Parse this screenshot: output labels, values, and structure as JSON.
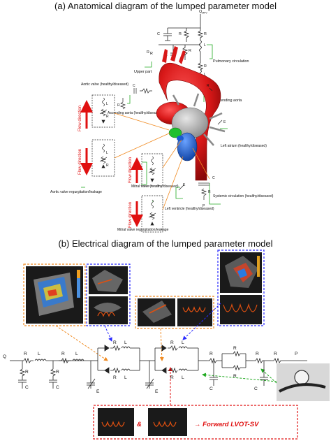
{
  "titles": {
    "a": "(a) Anatomical diagram of the lumped parameter model",
    "b": "(b) Electrical diagram of the lumped parameter model"
  },
  "labels_a": {
    "q_mpv": "Q",
    "q_mpv_sub": "MPV",
    "c_pa": "C",
    "r_pa": "R",
    "r_pc": "R",
    "l_pc": "L",
    "r_pvc": "R",
    "r_pv": "R",
    "l_pv": "L",
    "c_pvc": "C",
    "r_ao": "R",
    "upper_part": "Upper part",
    "pulmonary_circ": "Pulmonary circulation",
    "aortic_valve": "Aortic valve (healthy/diseased)",
    "ascending_aorta": "Ascending aorta (healthy/diseased)",
    "descending_aorta": "Descending aorta",
    "flow_direction": "Flow direction",
    "aortic_regurg": "Aortic valve regurgitation/leakage",
    "left_atrium": "Left atrium (healthy/diseased)",
    "e_la": "E",
    "mitral_valve": "Mitral valve (healthy/diseased)",
    "left_ventricle": "Left ventricle (healthy/diseased)",
    "e_lv": "E",
    "mitral_regurg": "Mitral valve regurgitation/leakage",
    "systemic_circ": "Systemic circulation (healthy/diseased)",
    "c_sac": "C",
    "r_sa": "R",
    "p_cvs": "P"
  },
  "labels_b": {
    "q_mpv": "Q",
    "r_pc": "R",
    "l_pc": "L",
    "r_pa": "R",
    "c_pa": "C",
    "r_pvc": "R",
    "c_pvc": "C",
    "r_pv": "R",
    "l_pv": "L",
    "e_la": "E",
    "r_mr": "R",
    "l_mr": "L",
    "r_mv": "R",
    "l_mv": "L",
    "e_lv": "E",
    "r_ar": "R",
    "l_ar": "L",
    "r_av": "R",
    "l_av": "L",
    "r_ao": "R",
    "c_ao": "C",
    "r_sb": "R",
    "r_sa": "R",
    "r_sc": "R",
    "c_sac": "C",
    "r_sv": "R",
    "p_cvs": "P",
    "ampersand": "&",
    "forward": "→ Forward LVOT-SV"
  }
}
